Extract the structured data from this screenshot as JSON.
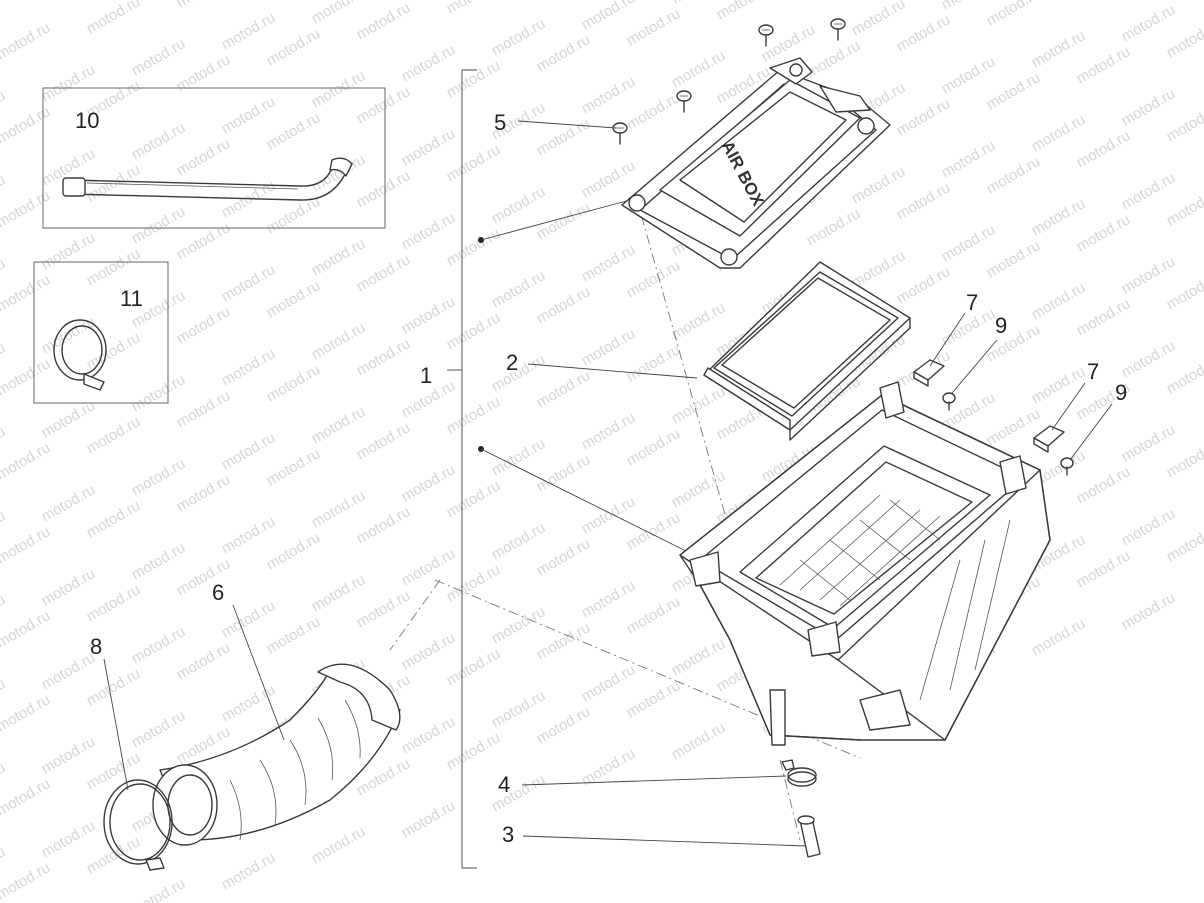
{
  "watermark": {
    "text": "motod.ru"
  },
  "callouts": [
    {
      "id": "1",
      "label": "1"
    },
    {
      "id": "2",
      "label": "2"
    },
    {
      "id": "3",
      "label": "3"
    },
    {
      "id": "4",
      "label": "4"
    },
    {
      "id": "5",
      "label": "5"
    },
    {
      "id": "6",
      "label": "6"
    },
    {
      "id": "7a",
      "label": "7"
    },
    {
      "id": "7b",
      "label": "7"
    },
    {
      "id": "8",
      "label": "8"
    },
    {
      "id": "9a",
      "label": "9"
    },
    {
      "id": "9b",
      "label": "9"
    },
    {
      "id": "10",
      "label": "10"
    },
    {
      "id": "11",
      "label": "11"
    }
  ],
  "lid_text": "AIR BOX",
  "icons": {
    "lid": "airbox-lid-icon",
    "filter": "air-filter-element-icon",
    "housing": "airbox-housing-icon",
    "duct": "intake-duct-icon",
    "hose": "breather-hose-icon",
    "clamp": "hose-clamp-icon"
  }
}
